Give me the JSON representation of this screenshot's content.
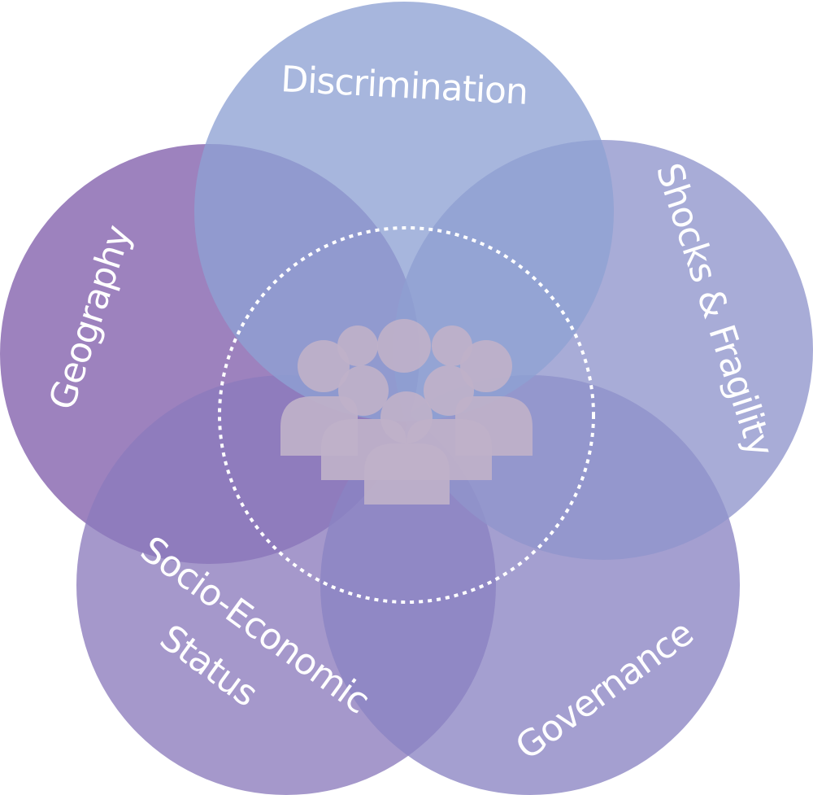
{
  "diagram": {
    "circles": [
      {
        "label": "Discrimination",
        "color": "#8ea2d3"
      },
      {
        "label": "Shocks & Fragility",
        "color": "#8f95cc"
      },
      {
        "label": "Governance",
        "color": "#8a84c3"
      },
      {
        "label": "Socio-Economic",
        "label_line2": "Status",
        "color": "#8c7bbd"
      },
      {
        "label": "Geography",
        "color": "#8767b0"
      }
    ],
    "center": {
      "icon": "people-group-icon",
      "ring_style": "dotted",
      "ring_color": "#ffffff",
      "icon_color": "#bfb1c9"
    },
    "background_color": "#ffffff"
  }
}
